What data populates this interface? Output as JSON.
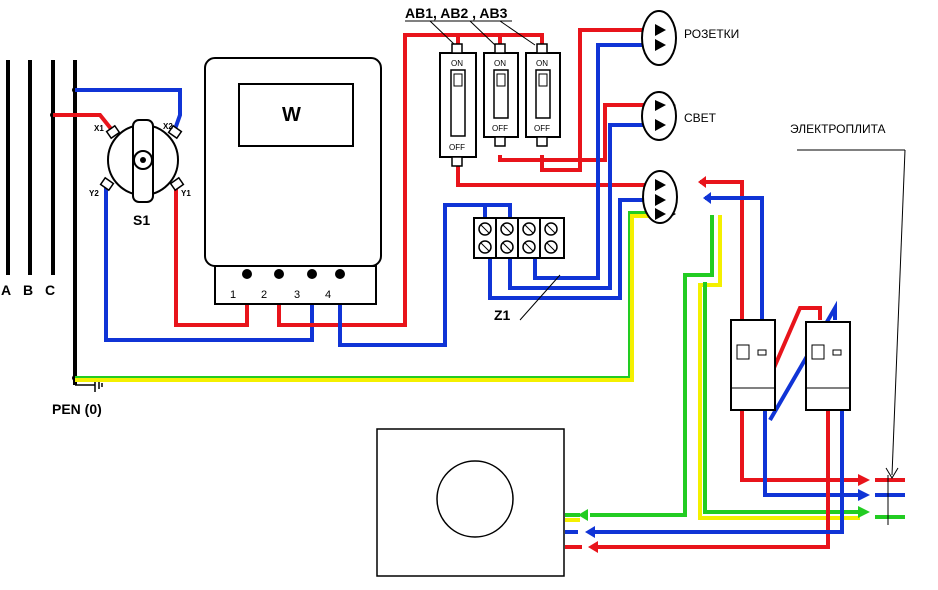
{
  "colors": {
    "phase": "#e8141b",
    "neutral": "#1034d6",
    "earth_green": "#22cc22",
    "earth_yellow": "#f4f000"
  },
  "labels": {
    "phase_a": "A",
    "phase_b": "B",
    "phase_c": "C",
    "pen": "PEN (0)",
    "switch": "S1",
    "switch_x1": "X1",
    "switch_x2": "X2",
    "switch_y1": "Y1",
    "switch_y2": "Y2",
    "meter": "W",
    "meter_terminals": [
      "1",
      "2",
      "3",
      "4"
    ],
    "breakers": "AB1, AB2 , AB3",
    "breaker_on": "ON",
    "breaker_off": "OFF",
    "terminal_block": "Z1",
    "sockets": "РОЗЕТКИ",
    "light": "СВЕТ",
    "stove": "ЭЛЕКТРОПЛИТА"
  }
}
